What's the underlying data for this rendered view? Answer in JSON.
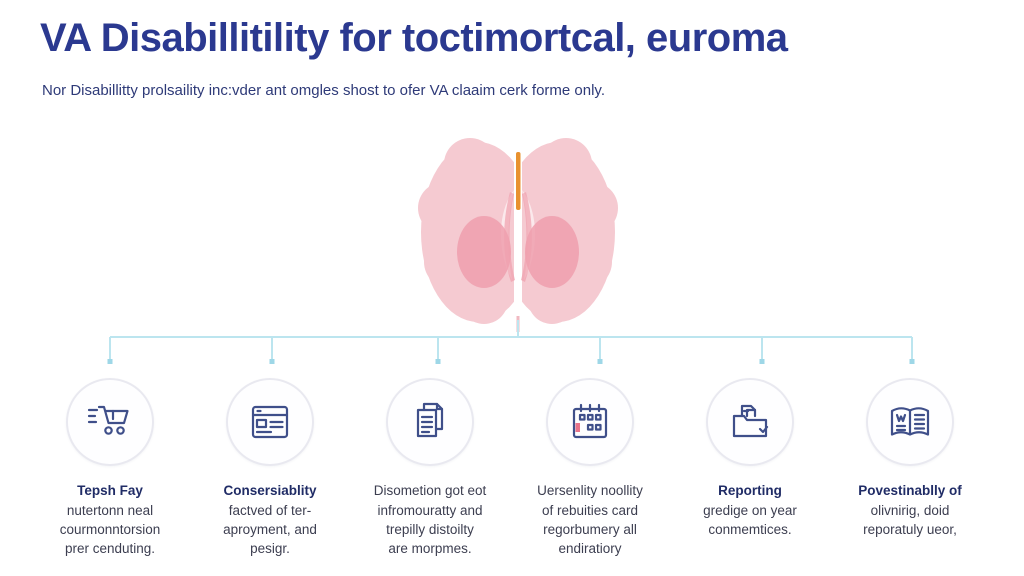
{
  "header": {
    "title": "VA Disabillitility for toctimortcal, euroma",
    "subtitle": "Nor Disabillitty prolsaility inc:vder ant omgles shost to ofer VA claaim cerk forme only."
  },
  "colors": {
    "title_navy": "#2b3990",
    "icon_navy": "#3f4f8a",
    "connector_blue": "#bce5ef",
    "connector_marker": "#9ed7e7",
    "brain_light_pink": "#f5cad1",
    "brain_dark_pink": "#ef9fae",
    "brain_stem_orange": "#e8912f",
    "calendar_accent_pink": "#e8738a"
  },
  "columns": [
    {
      "icon": "cart-icon",
      "title": "Tepsh Fay",
      "lines": [
        "nutertonn neal",
        "courmonntorsion",
        "prer cenduting."
      ]
    },
    {
      "icon": "browser-icon",
      "title": "Consersiablity",
      "lines": [
        "factved of ter-",
        "aproyment, and",
        "pesigr."
      ]
    },
    {
      "icon": "documents-icon",
      "title": "Disometion got eot",
      "lines": [
        "infromouratty and",
        "trepilly distoilty",
        "are morpmes."
      ]
    },
    {
      "icon": "calendar-icon",
      "title": "Uersenlity noollity",
      "lines": [
        "of rebuities card",
        "regorbumery all",
        "endiratiory"
      ]
    },
    {
      "icon": "folder-icon",
      "title": "Reporting",
      "lines": [
        "gredige on year",
        "conmemtices."
      ]
    },
    {
      "icon": "book-icon",
      "title": "Povestinablly of",
      "lines": [
        "olivnirig, doid",
        "reporatuly ueor,"
      ]
    }
  ]
}
